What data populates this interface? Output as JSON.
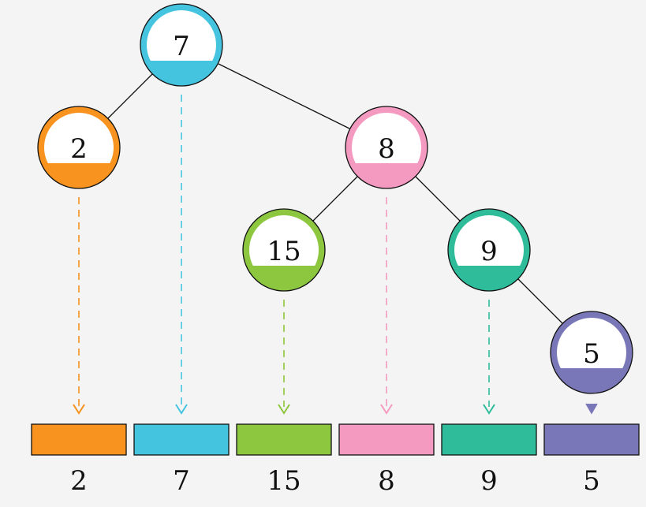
{
  "tree": {
    "nodes": [
      {
        "id": "n7",
        "label": "7",
        "color": "#44c4df"
      },
      {
        "id": "n2",
        "label": "2",
        "color": "#f7931e"
      },
      {
        "id": "n8",
        "label": "8",
        "color": "#f49ac1"
      },
      {
        "id": "n15",
        "label": "15",
        "color": "#8dc63f"
      },
      {
        "id": "n9",
        "label": "9",
        "color": "#2fbc9a"
      },
      {
        "id": "n5",
        "label": "5",
        "color": "#7a77b8"
      }
    ],
    "edges": [
      [
        "n7",
        "n2"
      ],
      [
        "n7",
        "n8"
      ],
      [
        "n8",
        "n15"
      ],
      [
        "n8",
        "n9"
      ],
      [
        "n9",
        "n5"
      ]
    ]
  },
  "array": {
    "cells": [
      {
        "label": "2",
        "color": "#f7931e"
      },
      {
        "label": "7",
        "color": "#44c4df"
      },
      {
        "label": "15",
        "color": "#8dc63f"
      },
      {
        "label": "8",
        "color": "#f49ac1"
      },
      {
        "label": "9",
        "color": "#2fbc9a"
      },
      {
        "label": "5",
        "color": "#7a77b8"
      }
    ]
  }
}
